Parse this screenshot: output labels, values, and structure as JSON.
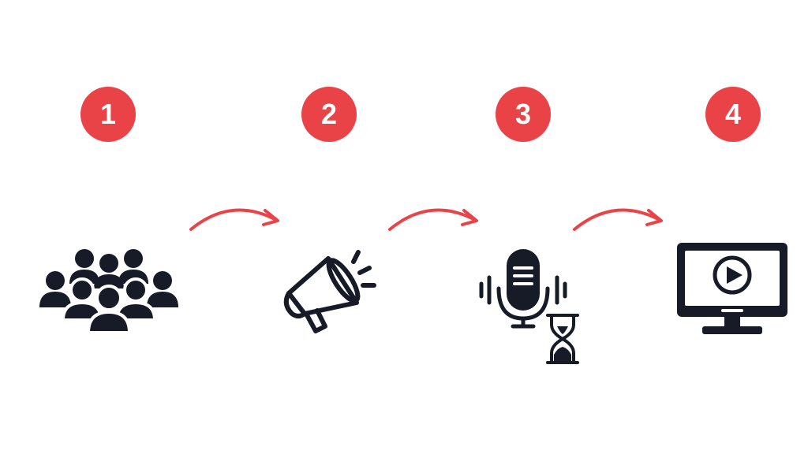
{
  "colors": {
    "badge": "#e94348",
    "arrow": "#e94348",
    "icon": "#161b27",
    "background": "#ffffff"
  },
  "steps": [
    {
      "number": "1",
      "icon": "crowd-icon"
    },
    {
      "number": "2",
      "icon": "megaphone-icon"
    },
    {
      "number": "3",
      "icon": "microphone-hourglass-icon"
    },
    {
      "number": "4",
      "icon": "monitor-play-icon"
    }
  ],
  "connectors": [
    {
      "from": "1",
      "to": "2"
    },
    {
      "from": "2",
      "to": "3"
    },
    {
      "from": "3",
      "to": "4"
    }
  ]
}
